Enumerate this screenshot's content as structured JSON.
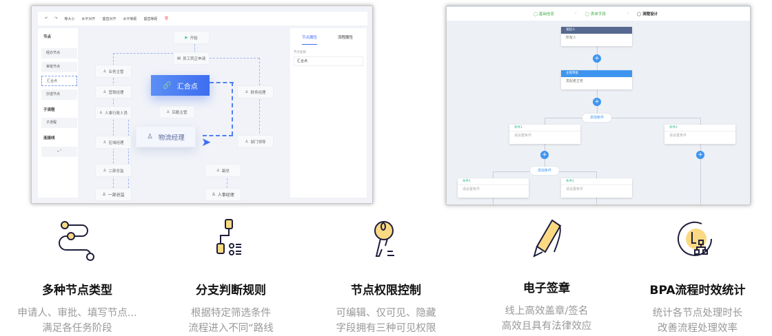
{
  "left_designer": {
    "toolbar": [
      "等大小",
      "水平对齐",
      "垂直对齐",
      "水平等距",
      "垂直等距"
    ],
    "palette": {
      "nodes_title": "节点",
      "items": [
        "经办节点",
        "审批节点",
        "汇合点",
        "抄送节点"
      ],
      "subflow_title": "子流程",
      "subflow_item": "子流程",
      "connector_title": "连接线"
    },
    "nodes": {
      "start": "开始",
      "apply": "员工转正申请",
      "biz": "业务主管",
      "sales": "营销经理",
      "hr_staff": "人事行政人员",
      "region": "区域经理",
      "dept2": "二部总监",
      "dept1": "一部总监",
      "join": "汇合点",
      "logistics_mgr": "后勤主管",
      "logistics": "物流经理",
      "finance": "财务经理",
      "dept_lead": "部门领导",
      "vp": "副总",
      "hr_mgr": "人事经理"
    },
    "props": {
      "tab_node": "节点属性",
      "tab_flow": "流程属性",
      "name_label": "节点名称",
      "name_value": "汇合点"
    }
  },
  "right_designer": {
    "steps": [
      "基础信息",
      "表单字段",
      "流程设计"
    ],
    "initiator": {
      "title": "发起人",
      "body": "所有人"
    },
    "approver": {
      "title": "主管审批",
      "body": "发起者主管"
    },
    "add_condition": "添加条件",
    "cond1": {
      "title": "条件1",
      "body": "请设置条件"
    },
    "cond2": {
      "title": "条件2",
      "body": "请设置条件"
    }
  },
  "features": [
    {
      "icon": "node-path-icon",
      "title": "多种节点类型",
      "line1": "申请人、审批、填写节点...",
      "line2": "满足各任务阶段"
    },
    {
      "icon": "branch-icon",
      "title": "分支判断规则",
      "line1": "根据特定筛选条件",
      "line2": "流程进入不同“路线"
    },
    {
      "icon": "key-icon",
      "title": "节点权限控制",
      "line1": "可编辑、仅可见、隐藏",
      "line2": "字段拥有三种可见权限"
    },
    {
      "icon": "pen-icon",
      "title": "电子签章",
      "line1": "线上高效盖章/签名",
      "line2": "高效且具有法律效应"
    },
    {
      "icon": "clock-chart-icon",
      "title": "BPA流程时效统计",
      "line1": "统计各节点处理时长",
      "line2": "改善流程处理效率"
    }
  ],
  "colors": {
    "accent": "#3e7bf5",
    "yellow": "#fbd983",
    "initiator": "#56688f",
    "approver": "#3e95ef"
  }
}
